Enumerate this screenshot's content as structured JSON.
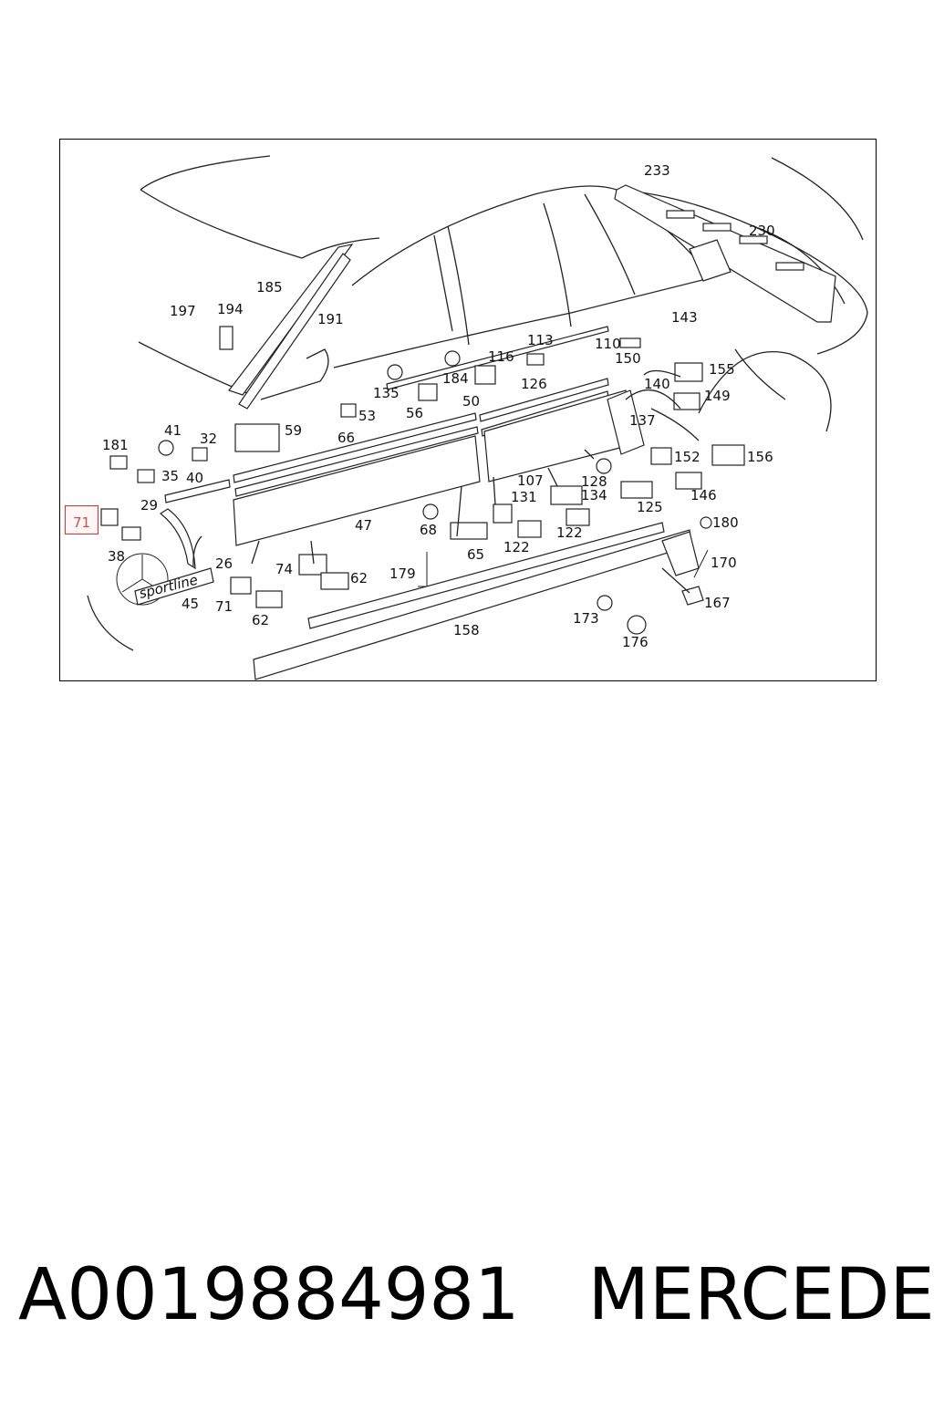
{
  "diagram": {
    "callouts": [
      {
        "id": "233",
        "text": "233"
      },
      {
        "id": "230",
        "text": "230"
      },
      {
        "id": "185",
        "text": "185"
      },
      {
        "id": "191",
        "text": "191"
      },
      {
        "id": "197",
        "text": "197"
      },
      {
        "id": "194",
        "text": "194"
      },
      {
        "id": "143",
        "text": "143"
      },
      {
        "id": "113",
        "text": "113"
      },
      {
        "id": "110",
        "text": "110"
      },
      {
        "id": "150",
        "text": "150"
      },
      {
        "id": "116",
        "text": "116"
      },
      {
        "id": "155",
        "text": "155"
      },
      {
        "id": "184",
        "text": "184"
      },
      {
        "id": "135",
        "text": "135"
      },
      {
        "id": "126",
        "text": "126"
      },
      {
        "id": "140",
        "text": "140"
      },
      {
        "id": "149",
        "text": "149"
      },
      {
        "id": "50",
        "text": "50"
      },
      {
        "id": "56",
        "text": "56"
      },
      {
        "id": "53",
        "text": "53"
      },
      {
        "id": "137",
        "text": "137"
      },
      {
        "id": "59",
        "text": "59"
      },
      {
        "id": "41",
        "text": "41"
      },
      {
        "id": "66",
        "text": "66"
      },
      {
        "id": "181",
        "text": "181"
      },
      {
        "id": "32",
        "text": "32"
      },
      {
        "id": "152",
        "text": "152"
      },
      {
        "id": "156",
        "text": "156"
      },
      {
        "id": "35",
        "text": "35"
      },
      {
        "id": "40",
        "text": "40"
      },
      {
        "id": "107",
        "text": "107"
      },
      {
        "id": "128",
        "text": "128"
      },
      {
        "id": "131",
        "text": "131"
      },
      {
        "id": "134",
        "text": "134"
      },
      {
        "id": "146",
        "text": "146"
      },
      {
        "id": "29",
        "text": "29"
      },
      {
        "id": "125",
        "text": "125"
      },
      {
        "id": "47",
        "text": "47"
      },
      {
        "id": "68",
        "text": "68"
      },
      {
        "id": "180",
        "text": "180"
      },
      {
        "id": "122a",
        "text": "122"
      },
      {
        "id": "38",
        "text": "38"
      },
      {
        "id": "65",
        "text": "65"
      },
      {
        "id": "122b",
        "text": "122"
      },
      {
        "id": "26",
        "text": "26"
      },
      {
        "id": "170",
        "text": "170"
      },
      {
        "id": "74",
        "text": "74"
      },
      {
        "id": "179",
        "text": "179"
      },
      {
        "id": "62a",
        "text": "62"
      },
      {
        "id": "45",
        "text": "45"
      },
      {
        "id": "71",
        "text": "71"
      },
      {
        "id": "167",
        "text": "167"
      },
      {
        "id": "173",
        "text": "173"
      },
      {
        "id": "62b",
        "text": "62"
      },
      {
        "id": "158",
        "text": "158"
      },
      {
        "id": "176",
        "text": "176"
      }
    ],
    "highlighted_callout": "71",
    "badge_text": "sportline"
  },
  "footer": {
    "part_number": "A0019884981",
    "brand": "MERCEDES"
  },
  "colors": {
    "highlight_border": "#e03030",
    "highlight_text": "#c85050",
    "line": "#222222"
  }
}
